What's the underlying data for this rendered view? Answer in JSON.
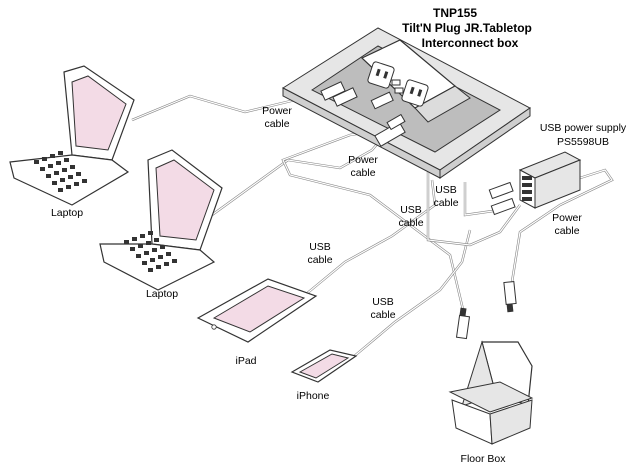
{
  "title": {
    "line1": "TNP155",
    "line2": "Tilt'N Plug JR.Tabletop",
    "line3": "Interconnect box"
  },
  "devices": {
    "laptop1": "Laptop",
    "laptop2": "Laptop",
    "ipad": "iPad",
    "iphone": "iPhone",
    "floor_box": "Floor Box",
    "usb_supply_line1": "USB power supply",
    "usb_supply_line2": "PS5598UB"
  },
  "cables": {
    "power_cable_1": [
      "Power",
      "cable"
    ],
    "power_cable_2": [
      "Power",
      "cable"
    ],
    "power_cable_3": [
      "Power",
      "cable"
    ],
    "usb_cable_1": [
      "USB",
      "cable"
    ],
    "usb_cable_2": [
      "USB",
      "cable"
    ],
    "usb_cable_3": [
      "USB",
      "cable"
    ],
    "usb_cable_4": [
      "USB",
      "cable"
    ]
  },
  "colors": {
    "screen": "#f3dbe6",
    "cable": "#888888"
  }
}
